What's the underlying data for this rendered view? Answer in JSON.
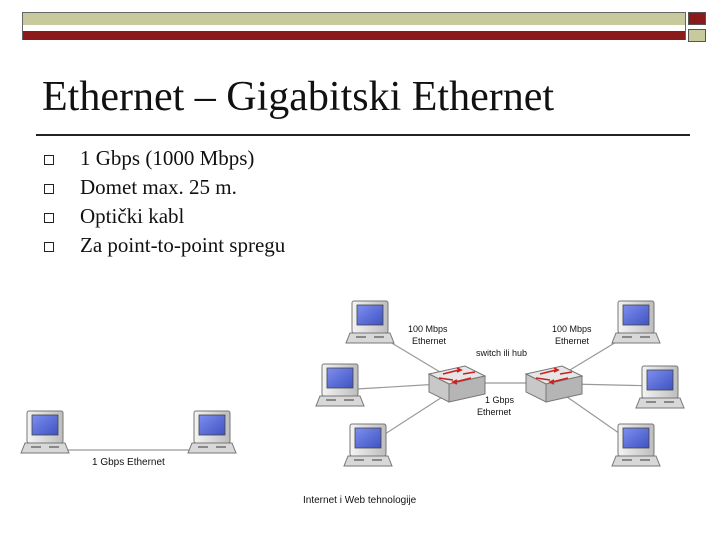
{
  "slide": {
    "title": "Ethernet – Gigabitski Ethernet",
    "bullets": [
      "1 Gbps (1000 Mbps)",
      "Domet max. 25 m.",
      "Optički kabl",
      "Za point-to-point spregu"
    ],
    "footer": "Internet i Web tehnologije"
  },
  "diagram_left": {
    "link_label": "1 Gbps Ethernet"
  },
  "diagram_right": {
    "left_link_label_1": "100 Mbps",
    "left_link_label_2": "Ethernet",
    "right_link_label_1": "100 Mbps",
    "right_link_label_2": "Ethernet",
    "switch_label": "switch ili hub",
    "trunk_label_1": "1 Gbps",
    "trunk_label_2": "Ethernet"
  },
  "colors": {
    "accent_maroon": "#8b1a1a",
    "accent_olive": "#c9c99e",
    "screen_blue": "#5a6fd6"
  },
  "icons": [
    "computer-icon",
    "switch-icon"
  ]
}
